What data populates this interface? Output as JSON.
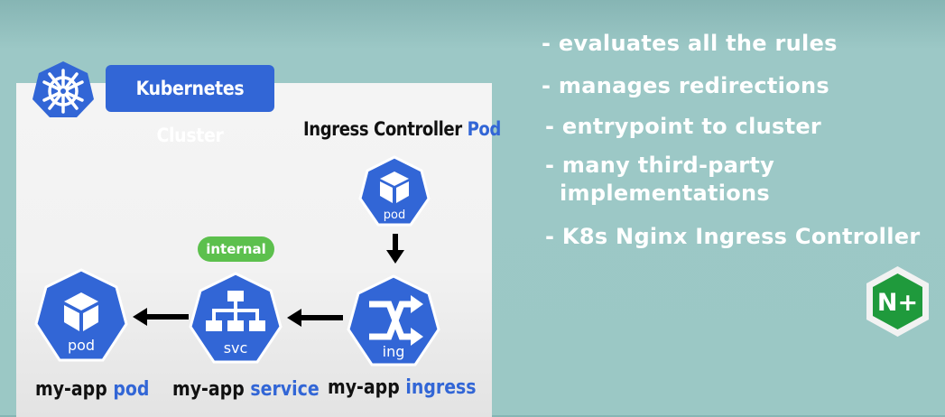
{
  "cluster": {
    "label": "Kubernetes Cluster"
  },
  "controller": {
    "title_prefix": "Ingress Controller",
    "title_accent": "Pod",
    "pod_icon_label": "pod"
  },
  "nodes": {
    "pod": {
      "icon_label": "pod",
      "caption_prefix": "my-app",
      "caption_accent": "pod"
    },
    "service": {
      "icon_label": "svc",
      "caption_prefix": "my-app",
      "caption_accent": "service",
      "badge": "internal"
    },
    "ingress": {
      "icon_label": "ing",
      "caption_prefix": "my-app",
      "caption_accent": "ingress"
    }
  },
  "bullets": [
    "- evaluates all the rules",
    "- manages redirections",
    "- entrypoint to cluster",
    "- many third-party",
    "implementations",
    "- K8s Nginx Ingress Controller"
  ],
  "nginx_logo": {
    "text": "N+"
  },
  "colors": {
    "k8s_blue": "#3266d6",
    "badge_green": "#5cc04d",
    "nginx_green": "#1f9a3c",
    "background_teal": "#9bc8c5"
  }
}
